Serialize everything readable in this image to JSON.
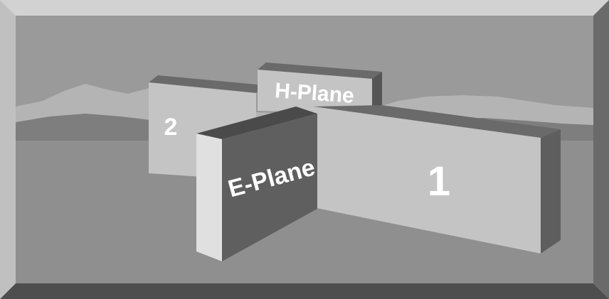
{
  "labels": {
    "h_plane": "H-Plane",
    "e_plane": "E-Plane",
    "port_1": "1",
    "port_2": "2"
  },
  "colors": {
    "bevel_light": "#d2d2d2",
    "bevel_dark": "#5a5a5a",
    "sky": "#9a9a9a",
    "ground": "#8f8f8f",
    "mountain_light": "#b4b4b4",
    "mountain_dark": "#7e7e7e",
    "wall_face": "#c4c4c4",
    "wall_top": "#6a6a6a",
    "wall_side": "#5e5e5e",
    "e_plane_face": "#5f5f5f",
    "e_plane_side": "#e0e0e0",
    "e_plane_top": "#4a4a4a",
    "label_text": "#ffffff"
  }
}
